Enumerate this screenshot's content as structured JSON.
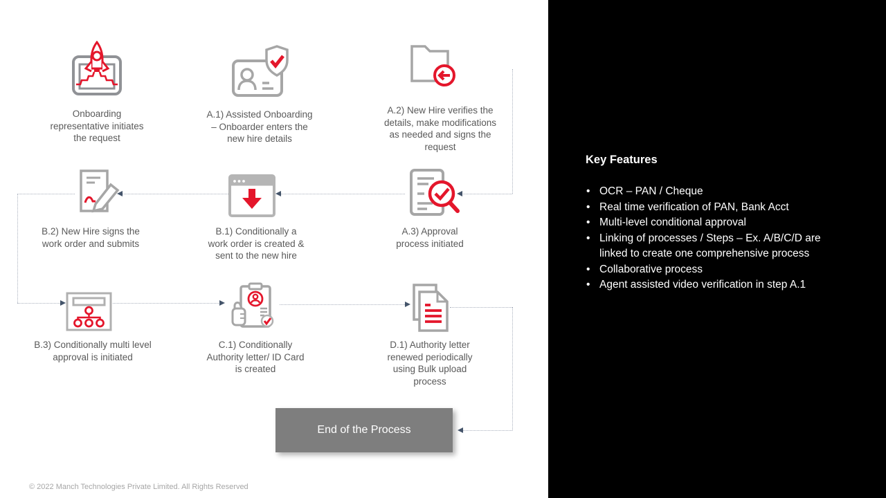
{
  "slide": {
    "footer": "© 2022 Manch Technologies Private Limited. All Rights Reserved",
    "end_button": "End of the Process"
  },
  "steps": [
    {
      "id": "onboarding",
      "icon": "rocket-launch-icon",
      "label": "Onboarding\nrepresentative initiates\nthe request"
    },
    {
      "id": "a1",
      "icon": "id-card-shield-icon",
      "label": "A.1) Assisted Onboarding\n– Onboarder enters the\nnew hire details"
    },
    {
      "id": "a2",
      "icon": "folder-return-icon",
      "label": "A.2) New Hire verifies the\ndetails, make modifications\nas needed and signs the\nrequest"
    },
    {
      "id": "b2",
      "icon": "signed-document-icon",
      "label": "B.2) New Hire signs the\nwork order and submits"
    },
    {
      "id": "b1",
      "icon": "download-window-icon",
      "label": "B.1) Conditionally a\nwork order is created &\nsent to the new hire"
    },
    {
      "id": "a3",
      "icon": "approval-search-icon",
      "label": "A.3) Approval\nprocess initiated"
    },
    {
      "id": "b3",
      "icon": "org-chart-icon",
      "label": "B.3) Conditionally multi level\napproval is initiated"
    },
    {
      "id": "c1",
      "icon": "clipboard-approval-icon",
      "label": "C.1) Conditionally\nAuthority letter/ ID Card\nis created"
    },
    {
      "id": "d1",
      "icon": "authority-letter-icon",
      "label": "D.1) Authority letter\nrenewed periodically\nusing Bulk upload\nprocess"
    }
  ],
  "key_features": {
    "title": "Key Features",
    "bullet": "•",
    "items": [
      "OCR – PAN / Cheque",
      "Real time verification of PAN, Bank Acct",
      "Multi-level conditional approval",
      "Linking of processes / Steps – Ex. A/B/C/D are\nlinked to create one comprehensive process",
      "Collaborative process",
      "Agent assisted video verification in step A.1"
    ]
  },
  "colors": {
    "accent_red": "#e4162b",
    "icon_gray": "#a6a6a6",
    "caption_text": "#595959",
    "connector": "#a9b0bd",
    "arrowhead": "#44546a",
    "end_box_bg": "#7e7e7e",
    "panel_bg": "#000000",
    "panel_text": "#ffffff",
    "footer_text": "#a6a6a6"
  }
}
